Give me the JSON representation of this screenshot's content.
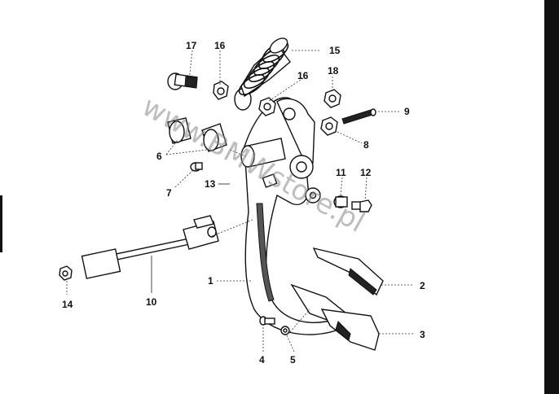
{
  "watermark": "www.BMWstore.pl",
  "callouts": {
    "c1": "1",
    "c2": "2",
    "c3": "3",
    "c4": "4",
    "c5": "5",
    "c6": "6",
    "c7": "7",
    "c8": "8",
    "c9": "9",
    "c10": "10",
    "c11": "11",
    "c12": "12",
    "c13": "13",
    "c14": "14",
    "c15": "15",
    "c16a": "16",
    "c16b": "16",
    "c17": "17",
    "c18": "18"
  }
}
